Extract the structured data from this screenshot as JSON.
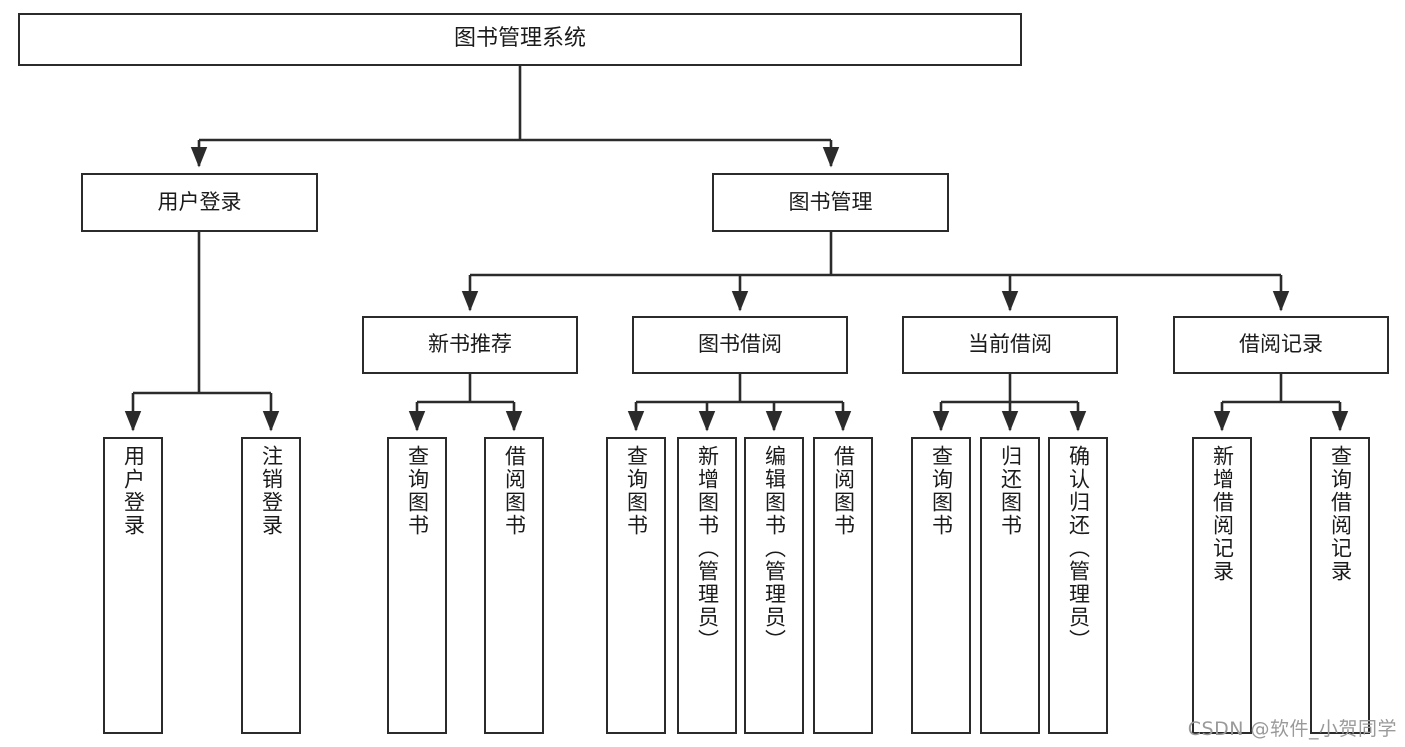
{
  "diagram": {
    "title": "图书管理系统",
    "type": "tree-hierarchy-chart",
    "root": {
      "label": "图书管理系统"
    },
    "level2": [
      {
        "label": "用户登录"
      },
      {
        "label": "图书管理"
      }
    ],
    "level3": [
      {
        "label": "新书推荐"
      },
      {
        "label": "图书借阅"
      },
      {
        "label": "当前借阅"
      },
      {
        "label": "借阅记录"
      }
    ],
    "leaves": {
      "user_login": [
        {
          "label": "用户登录"
        },
        {
          "label": "注销登录"
        }
      ],
      "new_book_recommend": [
        {
          "label": "查询图书"
        },
        {
          "label": "借阅图书"
        }
      ],
      "book_borrow": [
        {
          "label": "查询图书"
        },
        {
          "label": "新增图书（管理员）"
        },
        {
          "label": "编辑图书（管理员）"
        },
        {
          "label": "借阅图书"
        }
      ],
      "current_borrow": [
        {
          "label": "查询图书"
        },
        {
          "label": "归还图书"
        },
        {
          "label": "确认归还（管理员）"
        }
      ],
      "borrow_record": [
        {
          "label": "新增借阅记录"
        },
        {
          "label": "查询借阅记录"
        }
      ]
    }
  },
  "watermark": {
    "text": "CSDN @软件_小贺同学"
  },
  "colors": {
    "stroke": "#2b2b2b",
    "fill": "#ffffff",
    "text": "#1b1b1b",
    "watermark": "#9a9a9a"
  }
}
